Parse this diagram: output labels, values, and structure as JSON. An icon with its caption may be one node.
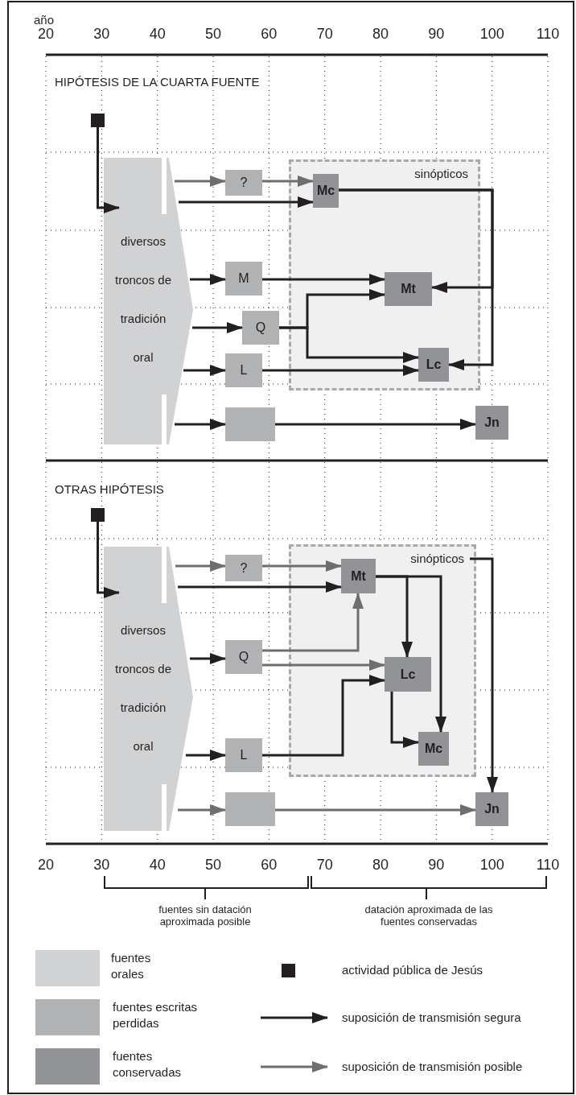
{
  "diagram": {
    "nodes": [
      {
        "text": [],
        "shape": "box"
      },
      {
        "text": [
          "diversos troncos de tradición oral"
        ]
      },
      {
        "text": [
          "?"
        ]
      },
      {
        "text": [
          "sinópticos"
        ]
      },
      {
        "text": [
          "Mc"
        ],
        "in": 3
      },
      {
        "text": [
          "M"
        ]
      },
      {
        "text": [
          "Mt"
        ],
        "in": 3
      },
      {
        "text": [
          "Q"
        ]
      },
      {
        "text": [
          "L"
        ]
      },
      {
        "text": [
          "Lc"
        ],
        "in": 3
      },
      {
        "text": [],
        "shape": "box"
      },
      {
        "text": [
          "Jn"
        ]
      },
      {
        "text": [],
        "shape": "box"
      },
      {
        "text": [
          "diversos troncos de tradición oral"
        ]
      },
      {
        "text": [
          "?"
        ]
      },
      {
        "text": [
          "sinópticos"
        ]
      },
      {
        "text": [
          "Mt"
        ],
        "in": 15
      },
      {
        "text": [
          "Q"
        ]
      },
      {
        "text": [
          "Lc"
        ],
        "in": 15
      },
      {
        "text": [
          "L"
        ]
      },
      {
        "text": [
          "Mc"
        ],
        "in": 15
      },
      {
        "text": [],
        "shape": "box"
      },
      {
        "text": [
          "Jn"
        ]
      }
    ],
    "edges": [
      {
        "from": 0,
        "to": 1,
        "arrow": "to"
      },
      {
        "from": 1,
        "to": 2,
        "arrow": "to",
        "color": "#6d6e71"
      },
      {
        "from": 2,
        "to": 4,
        "arrow": "to",
        "color": "#6d6e71"
      },
      {
        "from": 1,
        "to": 4,
        "arrow": "to"
      },
      {
        "from": 1,
        "to": 5,
        "arrow": "to"
      },
      {
        "from": 5,
        "to": 6,
        "arrow": "to"
      },
      {
        "from": 1,
        "to": 7,
        "arrow": "to"
      },
      {
        "from": 7,
        "to": 6,
        "arrow": "to"
      },
      {
        "from": 7,
        "to": 9,
        "arrow": "to"
      },
      {
        "from": 1,
        "to": 8,
        "arrow": "to"
      },
      {
        "from": 8,
        "to": 9,
        "arrow": "to"
      },
      {
        "from": 1,
        "to": 10,
        "arrow": "to"
      },
      {
        "from": 10,
        "to": 11,
        "arrow": "to"
      },
      {
        "from": 4,
        "to": 6,
        "arrow": "to"
      },
      {
        "from": 4,
        "to": 9,
        "arrow": "to"
      },
      {
        "from": 12,
        "to": 13,
        "arrow": "to"
      },
      {
        "from": 13,
        "to": 14,
        "arrow": "to",
        "color": "#6d6e71"
      },
      {
        "from": 14,
        "to": 16,
        "arrow": "to",
        "color": "#6d6e71"
      },
      {
        "from": 13,
        "to": 16,
        "arrow": "to"
      },
      {
        "from": 13,
        "to": 17,
        "arrow": "to"
      },
      {
        "from": 17,
        "to": 16,
        "arrow": "to",
        "color": "#6d6e71"
      },
      {
        "from": 17,
        "to": 18,
        "arrow": "to",
        "color": "#6d6e71"
      },
      {
        "from": 13,
        "to": 19,
        "arrow": "to"
      },
      {
        "from": 19,
        "to": 18,
        "arrow": "to"
      },
      {
        "from": 16,
        "to": 18,
        "arrow": "to"
      },
      {
        "from": 16,
        "to": 20,
        "arrow": "to"
      },
      {
        "from": 18,
        "to": 20,
        "arrow": "to"
      },
      {
        "from": 13,
        "to": 21,
        "arrow": "to",
        "color": "#6d6e71"
      },
      {
        "from": 21,
        "to": 22,
        "arrow": "to",
        "color": "#6d6e71"
      },
      {
        "from": 15,
        "to": 22,
        "arrow": "to"
      }
    ],
    "labels": [
      "año",
      "20",
      "30",
      "40",
      "50",
      "60",
      "70",
      "80",
      "90",
      "100",
      "110",
      "HIPÓTESIS DE LA CUARTA FUENTE",
      "OTRAS HIPÓTESIS",
      "20",
      "30",
      "40",
      "50",
      "60",
      "70",
      "80",
      "90",
      "100",
      "110",
      "fuentes sin datación aproximada posible",
      "datación aproximada de las fuentes conservadas"
    ],
    "legend": [
      {
        "text": "fuentes orales",
        "color": "#d1d2d4"
      },
      {
        "text": "fuentes escritas perdidas",
        "color": "#b1b2b4"
      },
      {
        "text": "fuentes conservadas",
        "color": "#929396"
      },
      {
        "text": "actividad pública de Jesús",
        "color": "#231f20"
      },
      {
        "text": "suposición de transmisión segura"
      },
      {
        "text": "suposición de transmisión posible"
      }
    ]
  }
}
